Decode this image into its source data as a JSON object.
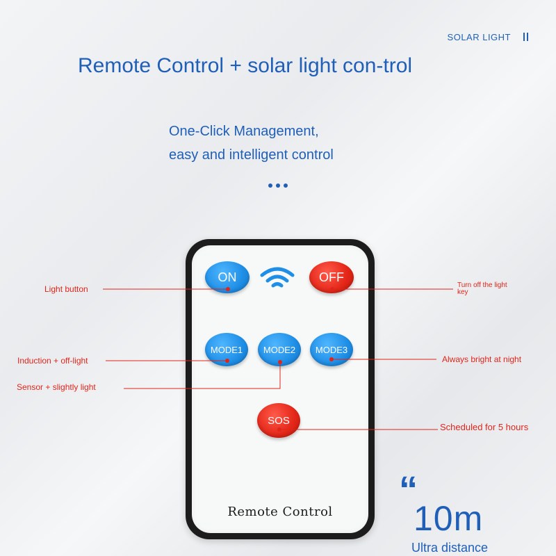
{
  "brand": {
    "text": "SOLAR LIGHT"
  },
  "headline": {
    "text": "Remote Control + solar light con-trol"
  },
  "subheadline": {
    "line1": "One-Click Management,",
    "line2": "easy and intelligent control"
  },
  "remote": {
    "buttons": {
      "on": "ON",
      "off": "OFF",
      "mode1": "MODE1",
      "mode2": "MODE2",
      "mode3": "MODE3",
      "sos": "SOS"
    },
    "label": "Remote Control",
    "icon": "wifi-signal-icon"
  },
  "callouts": {
    "light_button": "Light button",
    "turn_off": "Turn off the light key",
    "induction": "Induction + off-light",
    "sensor": "Sensor + slightly light",
    "always_bright": "Always bright at night",
    "scheduled": "Scheduled for 5 hours"
  },
  "range": {
    "quote_mark": "“",
    "value": "10m",
    "label": "Ultra distance"
  },
  "colors": {
    "accent_blue": "#1f5fb8",
    "button_blue": "#1e8ee6",
    "button_red": "#e32618",
    "callout_red": "#e0251b"
  }
}
